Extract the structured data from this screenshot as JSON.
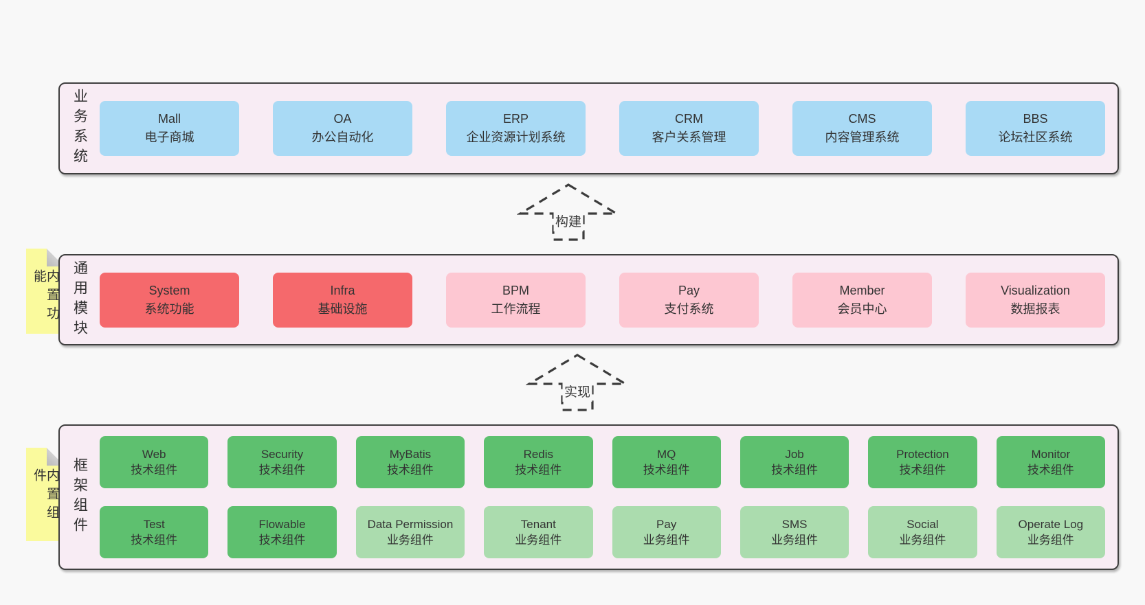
{
  "colors": {
    "page_bg": "#f8f8f8",
    "panel_bg": "#f8ecf4",
    "panel_border": "#3f3f3f",
    "blue_box": "#a9daf5",
    "red_box": "#f5696c",
    "pink_box": "#fdc7d2",
    "green_dark_box": "#5ec06f",
    "green_light_box": "#abdcae",
    "sticky_yellow": "#fafa9d"
  },
  "arrows": {
    "build": "构建",
    "implement": "实现"
  },
  "layers": {
    "business": {
      "label": "业务系统",
      "boxes": [
        {
          "title": "Mall",
          "subtitle": "电子商城"
        },
        {
          "title": "OA",
          "subtitle": "办公自动化"
        },
        {
          "title": "ERP",
          "subtitle": "企业资源计划系统"
        },
        {
          "title": "CRM",
          "subtitle": "客户关系管理"
        },
        {
          "title": "CMS",
          "subtitle": "内容管理系统"
        },
        {
          "title": "BBS",
          "subtitle": "论坛社区系统"
        }
      ]
    },
    "modules": {
      "label": "通用模块",
      "sticky": "内置功能",
      "boxes": [
        {
          "title": "System",
          "subtitle": "系统功能",
          "variant": "red"
        },
        {
          "title": "Infra",
          "subtitle": "基础设施",
          "variant": "red"
        },
        {
          "title": "BPM",
          "subtitle": "工作流程",
          "variant": "pink"
        },
        {
          "title": "Pay",
          "subtitle": "支付系统",
          "variant": "pink"
        },
        {
          "title": "Member",
          "subtitle": "会员中心",
          "variant": "pink"
        },
        {
          "title": "Visualization",
          "subtitle": "数据报表",
          "variant": "pink"
        }
      ]
    },
    "components": {
      "label": "框架组件",
      "sticky": "内置组件",
      "row1": [
        {
          "title": "Web",
          "subtitle": "技术组件",
          "variant": "green-dark"
        },
        {
          "title": "Security",
          "subtitle": "技术组件",
          "variant": "green-dark"
        },
        {
          "title": "MyBatis",
          "subtitle": "技术组件",
          "variant": "green-dark"
        },
        {
          "title": "Redis",
          "subtitle": "技术组件",
          "variant": "green-dark"
        },
        {
          "title": "MQ",
          "subtitle": "技术组件",
          "variant": "green-dark"
        },
        {
          "title": "Job",
          "subtitle": "技术组件",
          "variant": "green-dark"
        },
        {
          "title": "Protection",
          "subtitle": "技术组件",
          "variant": "green-dark"
        },
        {
          "title": "Monitor",
          "subtitle": "技术组件",
          "variant": "green-dark"
        }
      ],
      "row2": [
        {
          "title": "Test",
          "subtitle": "技术组件",
          "variant": "green-dark"
        },
        {
          "title": "Flowable",
          "subtitle": "技术组件",
          "variant": "green-dark"
        },
        {
          "title": "Data Permission",
          "subtitle": "业务组件",
          "variant": "green-light"
        },
        {
          "title": "Tenant",
          "subtitle": "业务组件",
          "variant": "green-light"
        },
        {
          "title": "Pay",
          "subtitle": "业务组件",
          "variant": "green-light"
        },
        {
          "title": "SMS",
          "subtitle": "业务组件",
          "variant": "green-light"
        },
        {
          "title": "Social",
          "subtitle": "业务组件",
          "variant": "green-light"
        },
        {
          "title": "Operate Log",
          "subtitle": "业务组件",
          "variant": "green-light"
        }
      ]
    }
  }
}
